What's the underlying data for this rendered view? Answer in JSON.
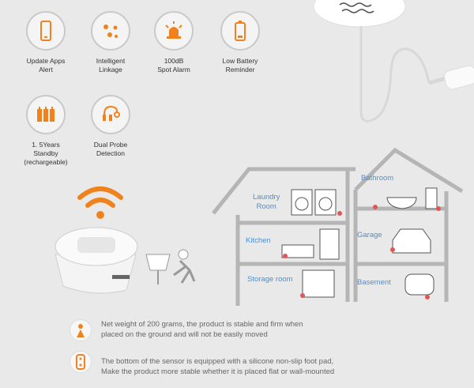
{
  "features": [
    {
      "label": "Update Apps\nAlert",
      "icon": "phone-icon"
    },
    {
      "label": "Intelligent\nLinkage",
      "icon": "linkage-icon"
    },
    {
      "label": "100dB\nSpot Alarm",
      "icon": "siren-icon"
    },
    {
      "label": "Low Battery\nReminder",
      "icon": "battery-icon"
    },
    {
      "label": "1. 5Years\nStandby\n(rechargeable)",
      "icon": "battery-stack-icon"
    },
    {
      "label": "Dual Probe\nDetection",
      "icon": "probe-icon"
    }
  ],
  "rooms": {
    "laundry": "Laundry\nRoom",
    "bathroom": "Bathroom",
    "kitchen": "Kitchen",
    "garage": "Garage",
    "storage": "Storage room",
    "basement": "Basement"
  },
  "notes": [
    "Net weight of 200 grams, the product is stable and firm when\nplaced on the ground and will not be easily moved",
    "The bottom of the sensor is equipped with a silicone non-slip foot pad,\nMake the product more stable whether it is placed flat or wall-mounted"
  ],
  "colors": {
    "accent": "#f0821e",
    "room_label": "#4b8fd0",
    "house_line": "#b5b5b5"
  }
}
